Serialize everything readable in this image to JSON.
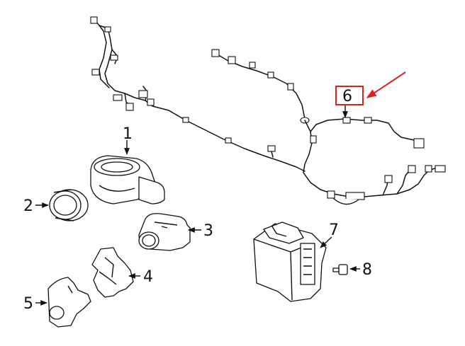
{
  "diagram": {
    "callouts": [
      {
        "id": "1",
        "text": "1"
      },
      {
        "id": "2",
        "text": "2"
      },
      {
        "id": "3",
        "text": "3"
      },
      {
        "id": "4",
        "text": "4"
      },
      {
        "id": "5",
        "text": "5"
      },
      {
        "id": "6",
        "text": "6"
      },
      {
        "id": "7",
        "text": "7"
      },
      {
        "id": "8",
        "text": "8"
      }
    ],
    "highlight": {
      "callout": "6",
      "box_color": "#e02020",
      "arrow_color": "#e02020"
    },
    "line_color": "#111111"
  }
}
